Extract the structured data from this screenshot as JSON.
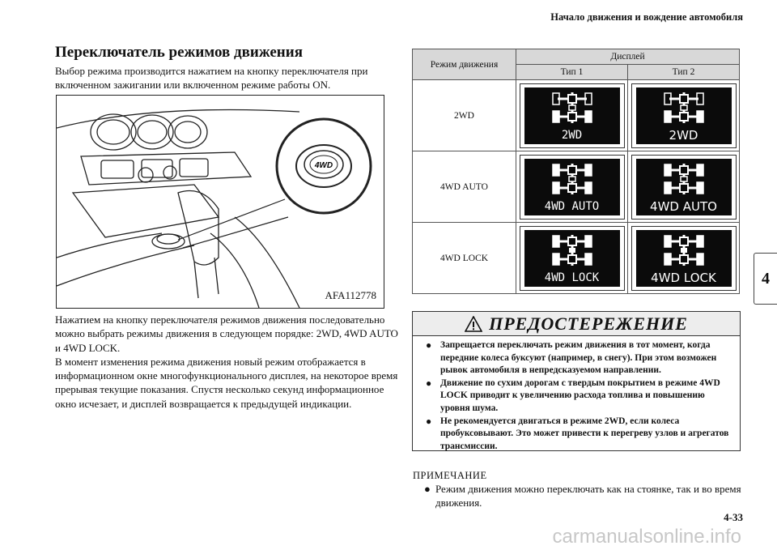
{
  "header": "Начало движения и вождение автомобиля",
  "title": "Переключатель режимов движения",
  "intro": "Выбор режима производится нажатием на кнопку переключателя при включенном зажигании или включенном режиме работы ON.",
  "figure": {
    "code": "AFA112778",
    "button_label": "4WD"
  },
  "body_paragraphs": [
    "Нажатием на кнопку переключателя режимов движения последовательно можно выбрать режимы движения в следующем порядке: 2WD, 4WD AUTO и 4WD LOCK.",
    "В момент изменения режима движения новый режим отображается в информационном окне многофункционального дисплея, на некоторое время прерывая текущие показания. Спустя несколько секунд информационное окно исчезает, и дисплей возвращается к предыдущей индикации."
  ],
  "table": {
    "col_mode": "Режим движения",
    "col_display": "Дисплей",
    "type1": "Тип 1",
    "type2": "Тип 2",
    "rows": [
      {
        "mode": "2WD",
        "caption": "2WD"
      },
      {
        "mode": "4WD AUTO",
        "caption": "4WD AUTO"
      },
      {
        "mode": "4WD LOCK",
        "caption": "4WD LOCK"
      }
    ]
  },
  "warning": {
    "title": "ПРЕДОСТЕРЕЖЕНИЕ",
    "items": [
      "Запрещается переключать режим движения в тот момент, когда передние колеса буксуют (например, в снегу). При этом возможен рывок автомобиля в непредсказуемом направлении.",
      "Движение по сухим дорогам с твердым покрытием в режиме 4WD LOCK приводит к увеличению расхода топлива и повышению уровня шума.",
      "Не рекомендуется двигаться в режиме 2WD, если колеса пробуксовывают. Это может привести к перегреву узлов и агрегатов трансмиссии."
    ]
  },
  "note": {
    "heading": "ПРИМЕЧАНИЕ",
    "text": "Режим движения можно переключать как на стоянке, так и во время движения."
  },
  "chapter_tab": "4",
  "page_number": "4-33",
  "watermark": "carmanualsonline.info"
}
